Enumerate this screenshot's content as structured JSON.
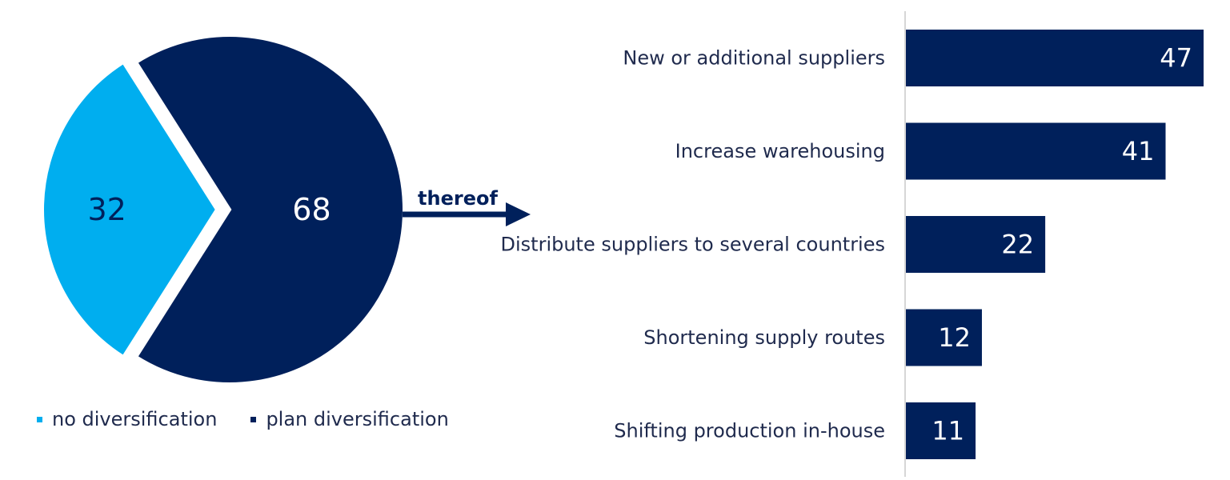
{
  "colors": {
    "light": "#00aeef",
    "dark": "#00205b",
    "text": "#1f2a4d",
    "axis": "#c8c8c8"
  },
  "arrow_label": "thereof",
  "chart_data": [
    {
      "type": "pie",
      "slices": [
        {
          "name": "no diversification",
          "value": 32,
          "label": "32",
          "color": "#00aeef",
          "exploded": true
        },
        {
          "name": "plan diversification",
          "value": 68,
          "label": "68",
          "color": "#00205b"
        }
      ],
      "legend": [
        {
          "label": "no diversification",
          "color": "#00aeef"
        },
        {
          "label": "plan diversification",
          "color": "#00205b"
        }
      ],
      "legend_position": "bottom"
    },
    {
      "type": "bar",
      "orientation": "horizontal",
      "categories": [
        "New or additional suppliers",
        "Increase warehousing",
        "Distribute suppliers to several countries",
        "Shortening supply routes",
        "Shifting production in-house"
      ],
      "values": [
        47,
        41,
        22,
        12,
        11
      ],
      "data_labels": [
        "47",
        "41",
        "22",
        "12",
        "11"
      ],
      "xlim": [
        0,
        47
      ],
      "grid": false
    }
  ]
}
